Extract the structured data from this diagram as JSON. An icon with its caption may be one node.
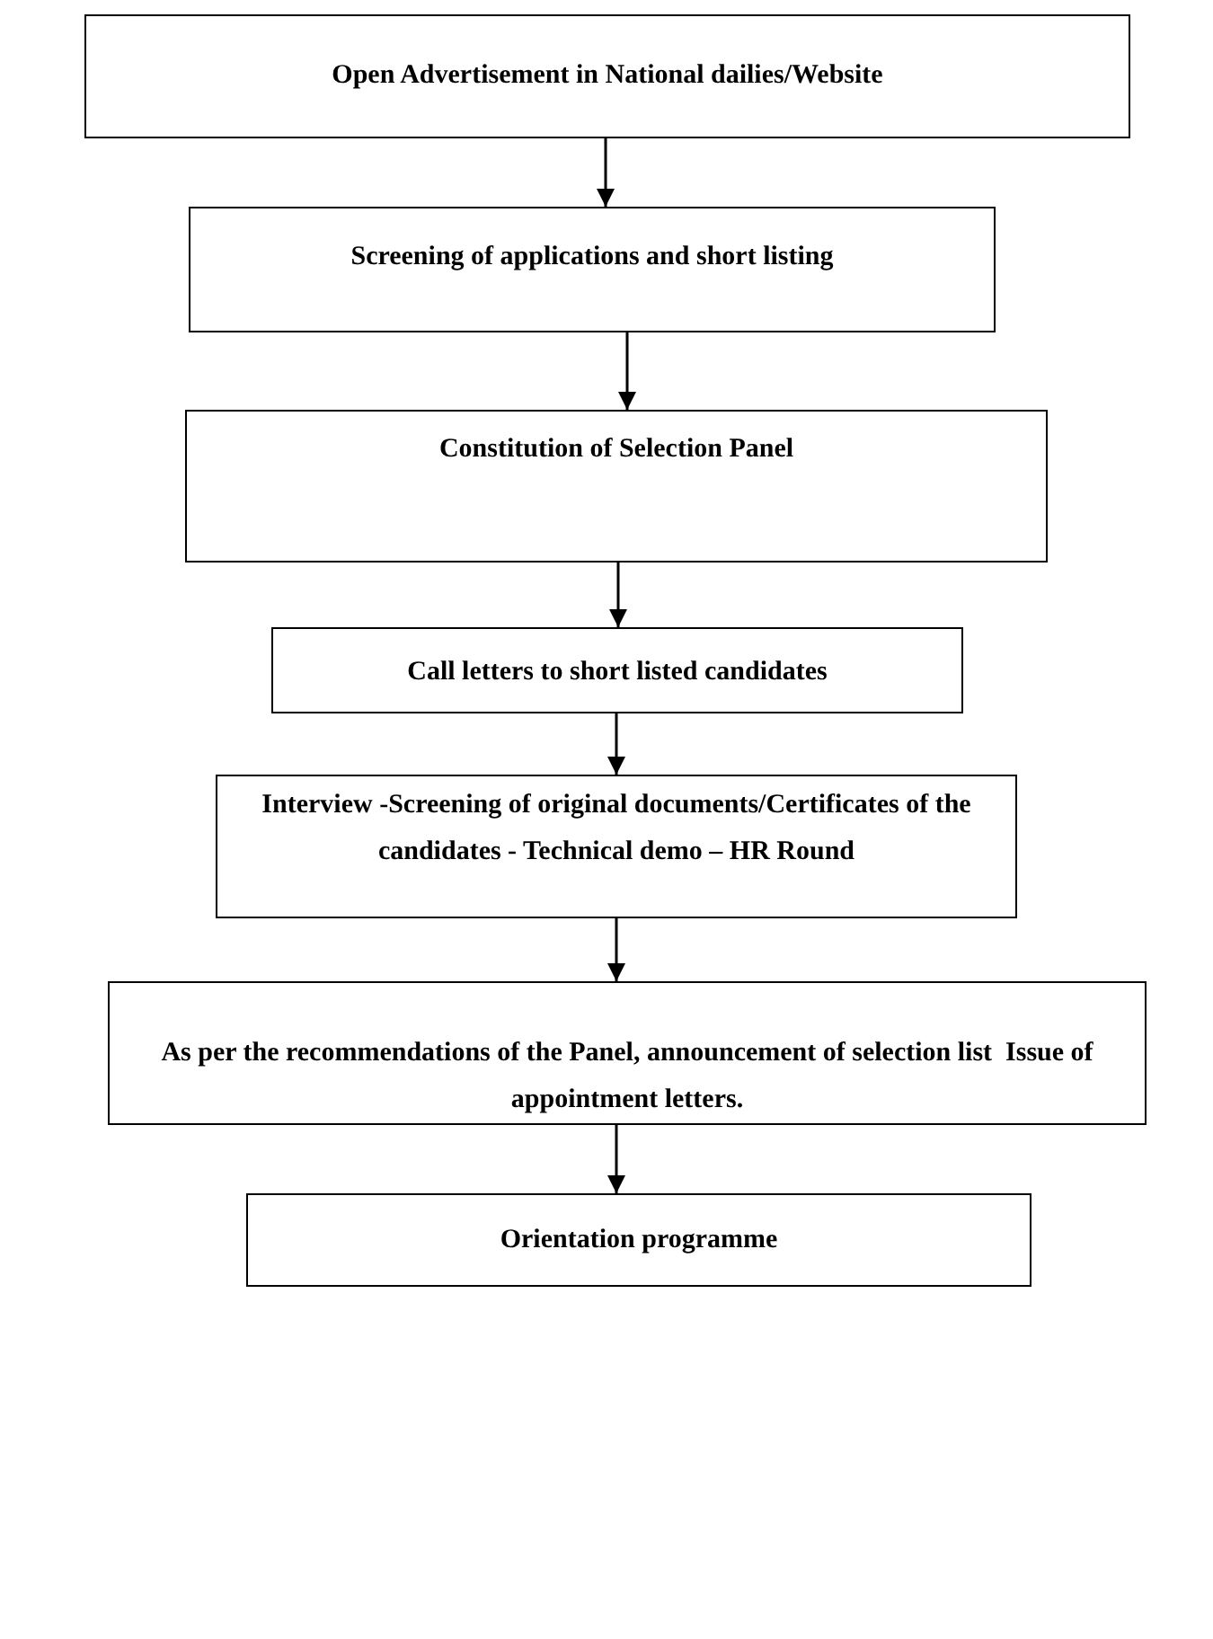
{
  "diagram": {
    "nodes": [
      {
        "text": [
          "Open Advertisement in National dailies/Website"
        ]
      },
      {
        "text": [
          "Screening of applications and short listing"
        ]
      },
      {
        "text": [
          "Constitution of Selection Panel"
        ]
      },
      {
        "text": [
          "Call letters to short listed candidates"
        ]
      },
      {
        "text": [
          "Interview -Screening of original documents/Certificates of the candidates - Technical demo – HR Round"
        ]
      },
      {
        "text": [
          "As per the recommendations of the Panel, announcement of selection list  Issue of appointment letters."
        ]
      },
      {
        "text": [
          "Orientation programme"
        ]
      }
    ],
    "edges": [
      {
        "from": 0,
        "to": 1,
        "arrow": "to"
      },
      {
        "from": 1,
        "to": 2,
        "arrow": "to"
      },
      {
        "from": 2,
        "to": 3,
        "arrow": "to"
      },
      {
        "from": 3,
        "to": 4,
        "arrow": "to"
      },
      {
        "from": 4,
        "to": 5,
        "arrow": "to"
      },
      {
        "from": 5,
        "to": 6,
        "arrow": "to"
      }
    ]
  }
}
